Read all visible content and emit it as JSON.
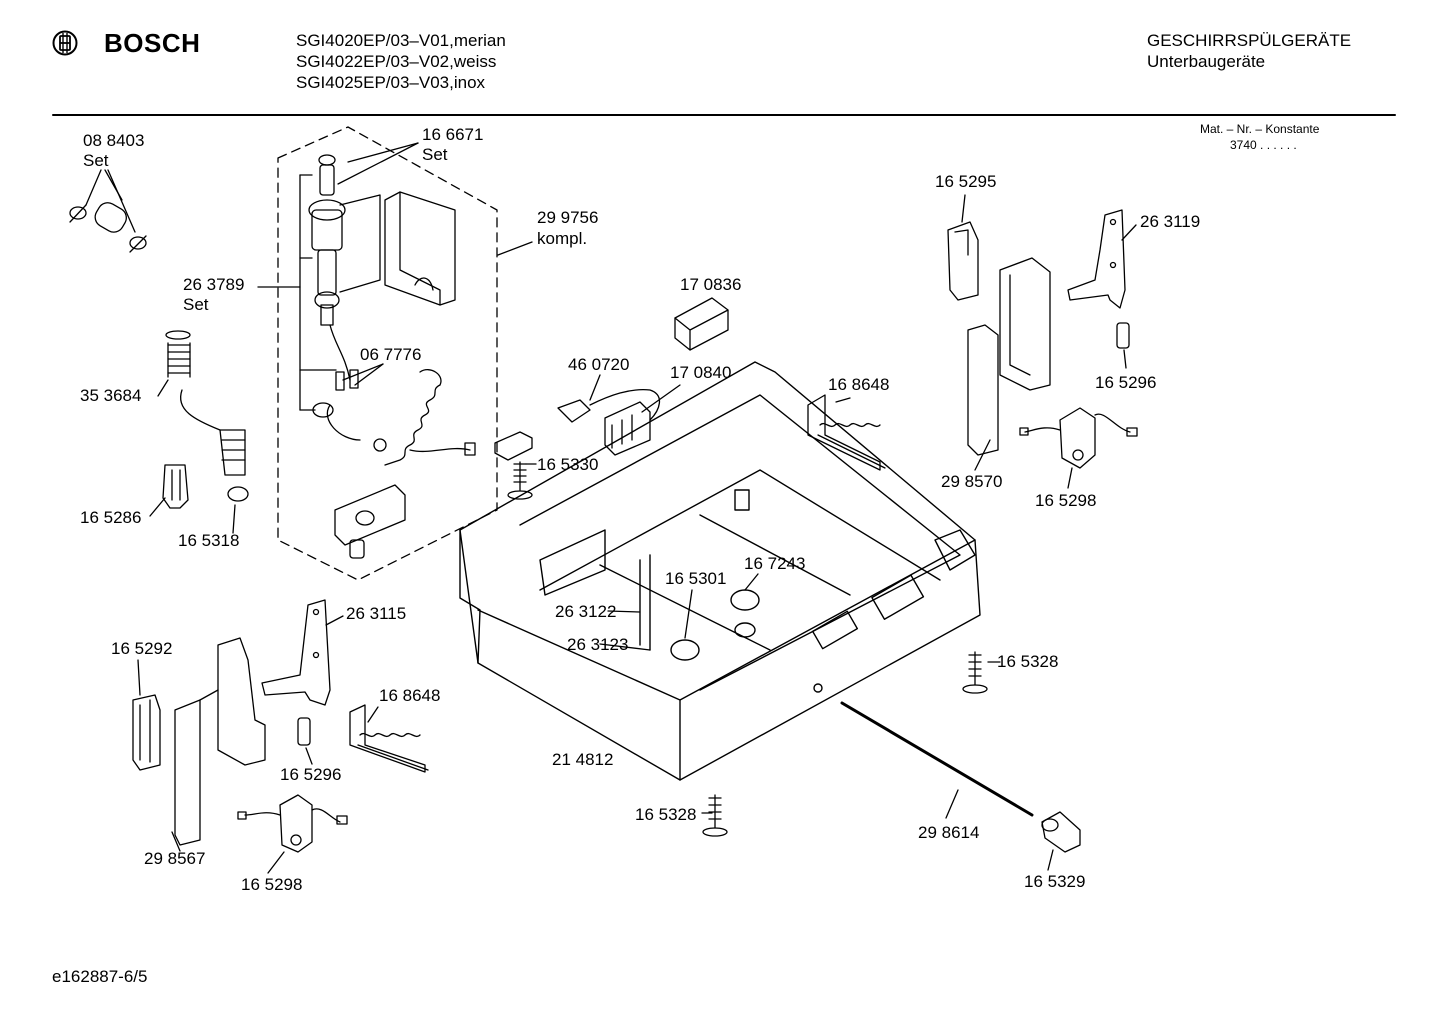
{
  "header": {
    "brand": "BOSCH",
    "models": [
      "SGI4020EP/03–V01,merian",
      "SGI4022EP/03–V02,weiss",
      "SGI4025EP/03–V03,inox"
    ],
    "category": "GESCHIRRSPÜLGERÄTE",
    "subcategory": "Unterbaugeräte",
    "mat_nr_label": "Mat. – Nr. – Konstante",
    "mat_nr_value": "3740  .  .   .  .  .  ."
  },
  "parts": {
    "p088403": "08 8403",
    "p088403_set": "Set",
    "p166671": "16 6671",
    "p166671_set": "Set",
    "p299756": "29 9756",
    "p299756_kompl": "kompl.",
    "p263789": "26 3789",
    "p263789_set": "Set",
    "p067776": "06 7776",
    "p353684": "35 3684",
    "p165286": "16 5286",
    "p165318": "16 5318",
    "p170836": "17 0836",
    "p460720": "46 0720",
    "p170840": "17 0840",
    "p165330": "16 5330",
    "p168648_top": "16 8648",
    "p165295": "16 5295",
    "p263119": "26 3119",
    "p165296_right": "16 5296",
    "p298570": "29 8570",
    "p165298_right": "16 5298",
    "p165301": "16 5301",
    "p167243": "16 7243",
    "p263122": "26 3122",
    "p263123": "26 3123",
    "p263115": "26 3115",
    "p165292": "16 5292",
    "p168648_left": "16 8648",
    "p165296_left": "16 5296",
    "p298567": "29 8567",
    "p165298_left": "16 5298",
    "p214812": "21 4812",
    "p165328_right": "16 5328",
    "p165328_bottom": "16 5328",
    "p298614": "29 8614",
    "p165329": "16 5329"
  },
  "footer": {
    "code": "e162887-6/5"
  }
}
